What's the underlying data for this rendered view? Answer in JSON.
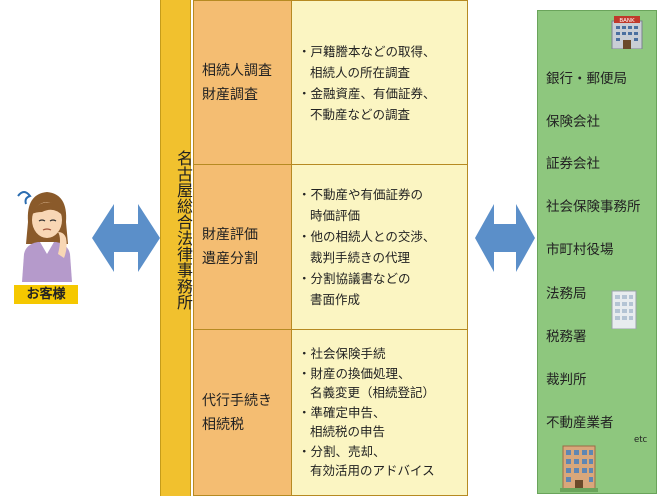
{
  "client": {
    "label": "お客様"
  },
  "firm": {
    "name": "名古屋総合法律事務所"
  },
  "services": [
    {
      "category": [
        "相続人調査",
        "財産調査"
      ],
      "items": [
        [
          "・戸籍謄本などの取得、",
          "相続人の所在調査"
        ],
        [
          "・金融資産、有価証券、",
          "不動産などの調査"
        ]
      ]
    },
    {
      "category": [
        "財産評価",
        "遺産分割"
      ],
      "items": [
        [
          "・不動産や有価証券の",
          "時価評価"
        ],
        [
          "・他の相続人との交渉、",
          "裁判手続きの代理"
        ],
        [
          "・分割協議書などの",
          "書面作成"
        ]
      ]
    },
    {
      "category": [
        "代行手続き",
        "相続税"
      ],
      "items": [
        [
          "・社会保険手続"
        ],
        [
          "・財産の換価処理、",
          "名義変更（相続登記）"
        ],
        [
          "・準確定申告、",
          "相続税の申告"
        ],
        [
          "・分割、売却、",
          "有効活用のアドバイス"
        ]
      ]
    }
  ],
  "institutions": [
    "銀行・郵便局",
    "保険会社",
    "証券会社",
    "社会保険事務所",
    "市町村役場",
    "法務局",
    "税務署",
    "裁判所",
    "不動産業者"
  ],
  "institutions_etc": "etc",
  "bank_sign": "BANK",
  "colors": {
    "firm": "#f1c12e",
    "category": "#f4bd72",
    "desc": "#fbf5c2",
    "institutions": "#8ec77e",
    "arrow": "#5b8fc9",
    "client_label": "#f5c800"
  }
}
